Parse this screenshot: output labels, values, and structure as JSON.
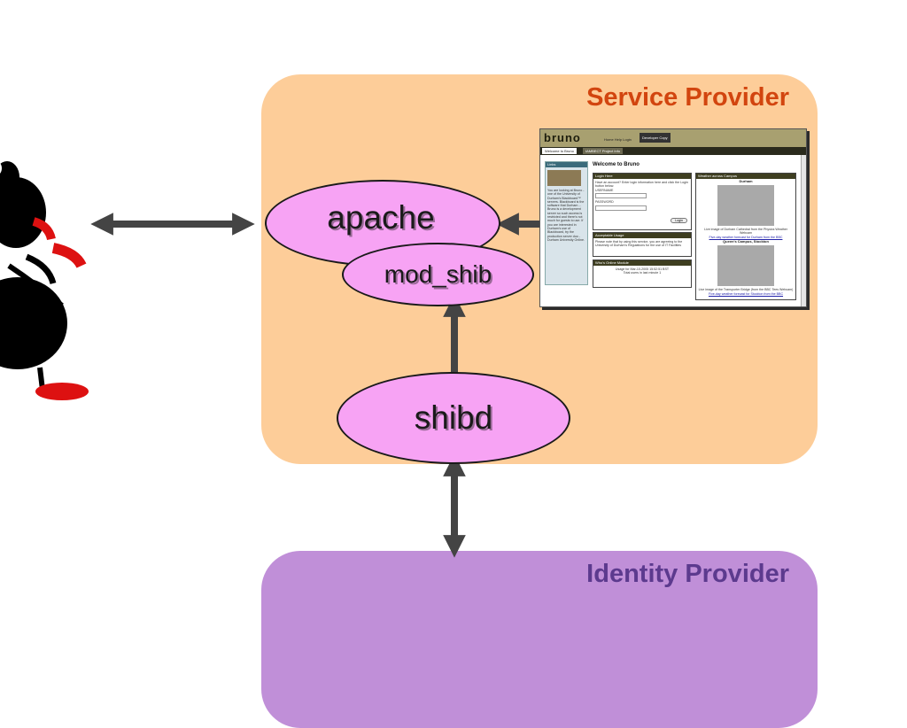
{
  "service_provider": {
    "title": "Service Provider",
    "nodes": {
      "apache": "apache",
      "mod_shib": "mod_shib",
      "shibd": "shibd"
    }
  },
  "identity_provider": {
    "title": "Identity Provider"
  },
  "bruno_screenshot": {
    "logo": "bruno",
    "nav_text": "Home Help Login",
    "dev_button": "Developer Copy",
    "tabs": [
      "Welcome to Bruno",
      "IAMBECT Project Info"
    ],
    "side_heading": "Links",
    "side_text": "You are looking at Bruno - one of the University of Durham's Blackboard™ servers. Blackboard is the software that Durham ... Bruno is a development server so such access is restricted and there's not much for guests to use. If you are interested in Durham's use of Blackboard, try the production server duo - Durham University Online.",
    "main_heading": "Welcome to Bruno",
    "login": {
      "heading": "Login Here",
      "text": "Have an account? Enter login information here and click the Login button below.",
      "username_label": "USERNAME",
      "password_label": "PASSWORD",
      "button": "Login"
    },
    "usage": {
      "heading": "Acceptable Usage",
      "text": "Please note that by using this service, you are agreeing to the University of Durham's Regulations for the use of IT Facilities"
    },
    "online": {
      "heading": "Who's Online Module",
      "line1": "Usage for Mar-10-2005 15:52:51 BST",
      "line2": "Total users in last minute 1"
    },
    "weather": {
      "heading": "Weather across Campus",
      "cam1_title": "Durham",
      "cam1_caption": "Live image of Durham Cathedral from the Physics Weather Webcam",
      "cam1_link": "Five-day weather forecast for Durham from the BBC",
      "cam2_title": "Queen's Campus, Stockton",
      "cam2_caption": "Live image of the Transporter Bridge (from the BBC Tees Webcam)",
      "cam2_link": "Five-day weather forecast for Stockton from the BBC"
    }
  },
  "colors": {
    "sp_fill": "#fdcd99",
    "idp_fill": "#c08fd8",
    "node_fill": "#f7a3f4",
    "arrow": "#444444"
  }
}
